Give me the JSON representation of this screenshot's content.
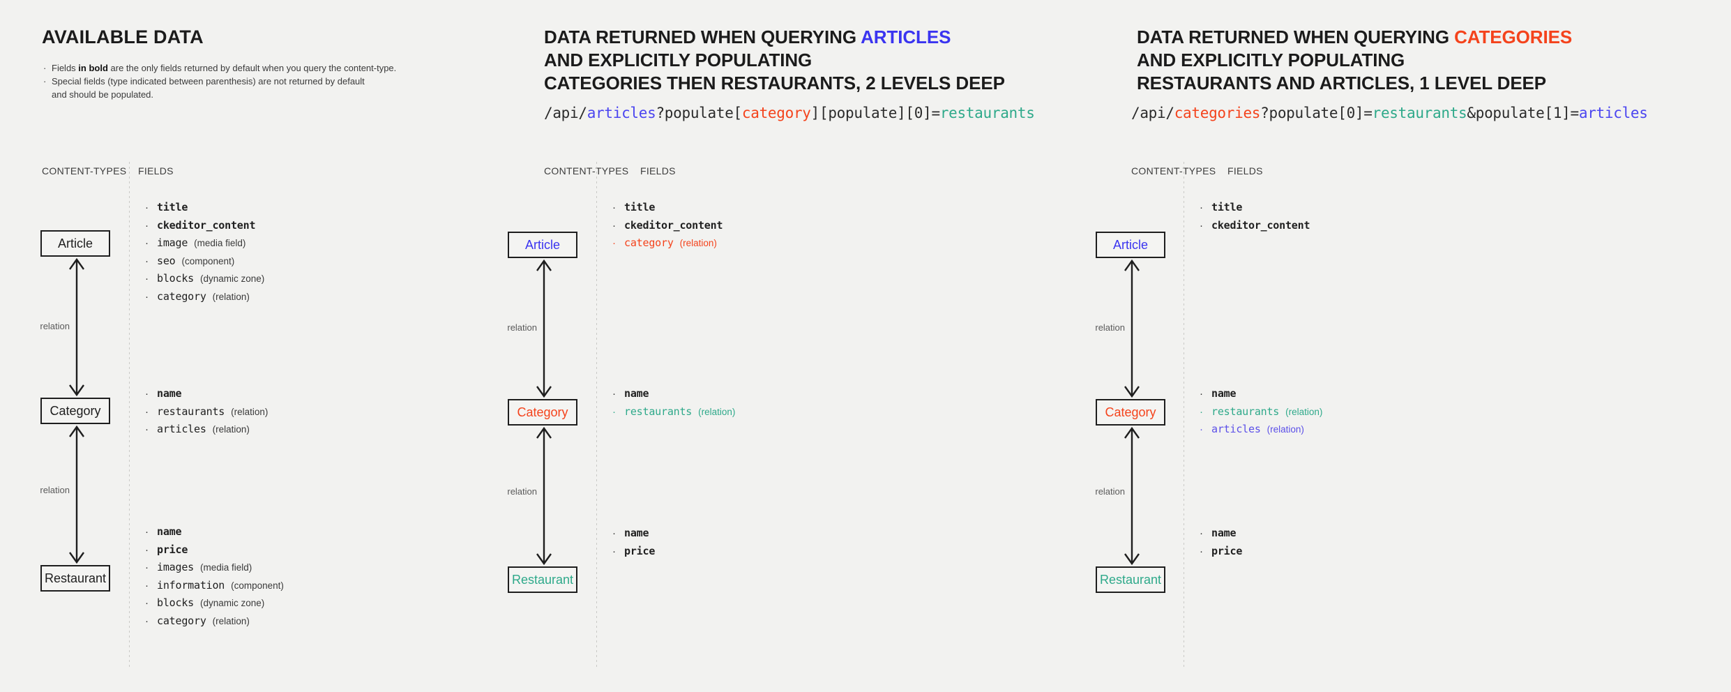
{
  "colors": {
    "background": "#f2f2f0",
    "ink": "#1e1e1e",
    "blue": "#3a34f0",
    "red": "#f4431c",
    "green": "#2ea98a",
    "muted": "#5a5a5a"
  },
  "labels": {
    "content_types": "CONTENT-TYPES",
    "fields": "FIELDS",
    "relation": "relation"
  },
  "panel1": {
    "title": "AVAILABLE DATA",
    "notes": [
      {
        "prefix": "Fields ",
        "bold": "in bold",
        "suffix": " are the only fields returned by default when you query the content-type."
      },
      {
        "prefix": "Special fields (type indicated between parenthesis) are not returned by default",
        "bold": "",
        "suffix": ""
      },
      {
        "prefix": "and should be populated.",
        "bold": "",
        "suffix": "",
        "continuation": true
      }
    ],
    "nodes": [
      {
        "label": "Article",
        "color": "ink"
      },
      {
        "label": "Category",
        "color": "ink"
      },
      {
        "label": "Restaurant",
        "color": "ink"
      }
    ],
    "groups": [
      {
        "node": "Article",
        "fields": [
          {
            "name": "title",
            "type": "",
            "bold": true,
            "color": ""
          },
          {
            "name": "ckeditor_content",
            "type": "",
            "bold": true,
            "color": ""
          },
          {
            "name": "image",
            "type": "(media field)",
            "bold": false,
            "color": ""
          },
          {
            "name": "seo",
            "type": "(component)",
            "bold": false,
            "color": ""
          },
          {
            "name": "blocks",
            "type": "(dynamic zone)",
            "bold": false,
            "color": ""
          },
          {
            "name": "category",
            "type": "(relation)",
            "bold": false,
            "color": ""
          }
        ]
      },
      {
        "node": "Category",
        "fields": [
          {
            "name": "name",
            "type": "",
            "bold": true,
            "color": ""
          },
          {
            "name": "restaurants",
            "type": "(relation)",
            "bold": false,
            "color": ""
          },
          {
            "name": "articles",
            "type": "(relation)",
            "bold": false,
            "color": ""
          }
        ]
      },
      {
        "node": "Restaurant",
        "fields": [
          {
            "name": "name",
            "type": "",
            "bold": true,
            "color": ""
          },
          {
            "name": "price",
            "type": "",
            "bold": true,
            "color": ""
          },
          {
            "name": "images",
            "type": "(media field)",
            "bold": false,
            "color": ""
          },
          {
            "name": "information",
            "type": "(component)",
            "bold": false,
            "color": ""
          },
          {
            "name": "blocks",
            "type": "(dynamic zone)",
            "bold": false,
            "color": ""
          },
          {
            "name": "category",
            "type": "(relation)",
            "bold": false,
            "color": ""
          }
        ]
      }
    ]
  },
  "panel2": {
    "title_line1_pre": "DATA RETURNED WHEN QUERYING ",
    "title_line1_accent": "ARTICLES",
    "title_line2": "AND EXPLICITLY POPULATING",
    "title_line3": "CATEGORIES THEN RESTAURANTS, 2 LEVELS DEEP",
    "url_parts": [
      {
        "text": "/api/",
        "color": ""
      },
      {
        "text": "articles",
        "color": "blue"
      },
      {
        "text": "?populate[",
        "color": ""
      },
      {
        "text": "category",
        "color": "red"
      },
      {
        "text": "][populate][0]=",
        "color": ""
      },
      {
        "text": "restaurants",
        "color": "green"
      }
    ],
    "url_plain": "/api/articles?populate[category][populate][0]=restaurants",
    "nodes": [
      {
        "label": "Article",
        "color": "blue"
      },
      {
        "label": "Category",
        "color": "red"
      },
      {
        "label": "Restaurant",
        "color": "green"
      }
    ],
    "groups": [
      {
        "node": "Article",
        "fields": [
          {
            "name": "title",
            "type": "",
            "bold": true,
            "color": ""
          },
          {
            "name": "ckeditor_content",
            "type": "",
            "bold": true,
            "color": ""
          },
          {
            "name": "category",
            "type": "(relation)",
            "bold": false,
            "color": "red"
          }
        ]
      },
      {
        "node": "Category",
        "fields": [
          {
            "name": "name",
            "type": "",
            "bold": true,
            "color": ""
          },
          {
            "name": "restaurants",
            "type": "(relation)",
            "bold": false,
            "color": "green"
          }
        ]
      },
      {
        "node": "Restaurant",
        "fields": [
          {
            "name": "name",
            "type": "",
            "bold": true,
            "color": ""
          },
          {
            "name": "price",
            "type": "",
            "bold": true,
            "color": ""
          }
        ]
      }
    ]
  },
  "panel3": {
    "title_line1_pre": "DATA RETURNED WHEN QUERYING ",
    "title_line1_accent": "CATEGORIES",
    "title_line2": "AND EXPLICITLY POPULATING",
    "title_line3": "RESTAURANTS AND ARTICLES, 1 LEVEL DEEP",
    "url_parts": [
      {
        "text": "/api/",
        "color": ""
      },
      {
        "text": "categories",
        "color": "red"
      },
      {
        "text": "?populate[0]=",
        "color": ""
      },
      {
        "text": "restaurants",
        "color": "green"
      },
      {
        "text": "&populate[1]=",
        "color": ""
      },
      {
        "text": "articles",
        "color": "blue"
      }
    ],
    "url_plain": "/api/categories?populate[0]=restaurants&populate[1]=articles",
    "nodes": [
      {
        "label": "Article",
        "color": "blue"
      },
      {
        "label": "Category",
        "color": "red"
      },
      {
        "label": "Restaurant",
        "color": "green"
      }
    ],
    "groups": [
      {
        "node": "Article",
        "fields": [
          {
            "name": "title",
            "type": "",
            "bold": true,
            "color": ""
          },
          {
            "name": "ckeditor_content",
            "type": "",
            "bold": true,
            "color": ""
          }
        ]
      },
      {
        "node": "Category",
        "fields": [
          {
            "name": "name",
            "type": "",
            "bold": true,
            "color": ""
          },
          {
            "name": "restaurants",
            "type": "(relation)",
            "bold": false,
            "color": "green"
          },
          {
            "name": "articles",
            "type": "(relation)",
            "bold": false,
            "color": "blue"
          }
        ]
      },
      {
        "node": "Restaurant",
        "fields": [
          {
            "name": "name",
            "type": "",
            "bold": true,
            "color": ""
          },
          {
            "name": "price",
            "type": "",
            "bold": true,
            "color": ""
          }
        ]
      }
    ]
  }
}
